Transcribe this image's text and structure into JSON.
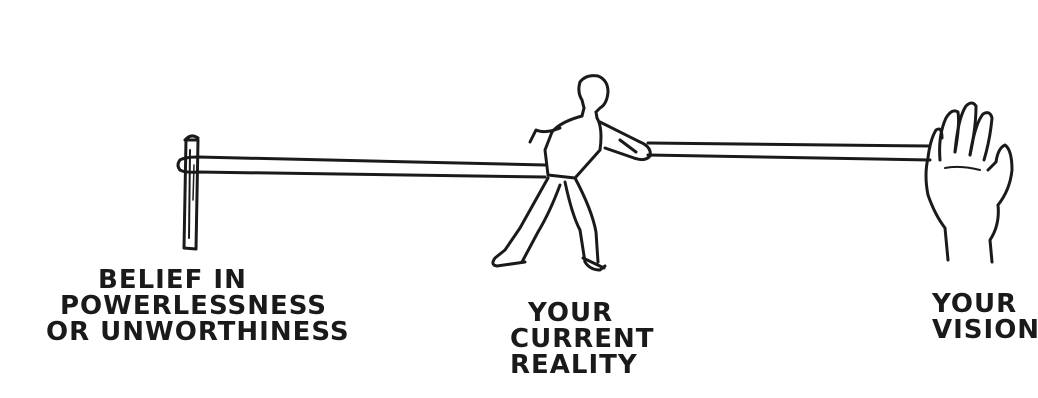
{
  "figures": {
    "post": {
      "name": "wooden post",
      "icon": "post-icon"
    },
    "person": {
      "name": "person",
      "icon": "person-icon"
    },
    "hand": {
      "name": "hand",
      "icon": "hand-icon"
    }
  },
  "labels": {
    "belief": [
      "BELIEF IN",
      "POWERLESSNESS",
      "OR UNWORTHINESS"
    ],
    "current_reality": [
      "YOUR",
      "CURRENT",
      "REALITY"
    ],
    "vision": [
      "YOUR",
      "VISION"
    ]
  },
  "colors": {
    "ink": "#1a1a1a",
    "background": "#ffffff"
  }
}
